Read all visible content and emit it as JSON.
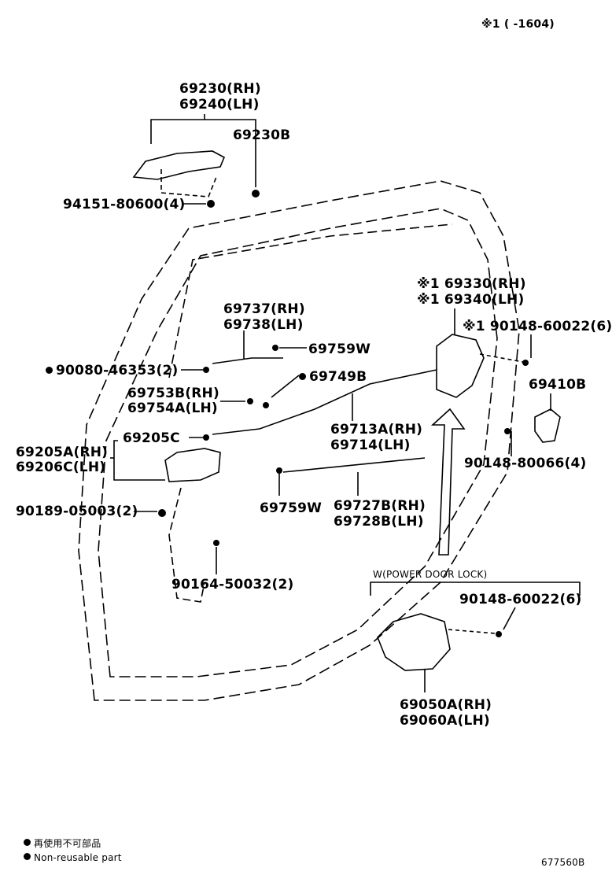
{
  "header": {
    "note": "※1 (      -1604)"
  },
  "parts": {
    "handle_outer_rh": "69230(RH)",
    "handle_outer_lh": "69240(LH)",
    "handle_cover": "69230B",
    "clip_94151": "94151-80600(4)",
    "rod_69737": "69737(RH)",
    "rod_69738": "69738(LH)",
    "clip_69759w_top": "69759W",
    "clip_90080": "90080-46353(2)",
    "clip_69749b": "69749B",
    "bracket_rh": "69753B(RH)",
    "bracket_lh": "69754A(LH)",
    "cable_69713a": "69713A(RH)",
    "cable_69714": "69714(LH)",
    "clip_69205c": "69205C",
    "inner_handle_rh": "69205A(RH)",
    "inner_handle_lh": "69206C(LH)",
    "screw_90189": "90189-05003(2)",
    "clip_69759w_bottom": "69759W",
    "rod_69727b": "69727B(RH)",
    "rod_69728b": "69728B(LH)",
    "screw_90164": "90164-50032(2)",
    "lock_rh": "※1 69330(RH)",
    "lock_lh": "※1 69340(LH)",
    "screw_90148_top": "※1 90148-60022(6)",
    "striker": "69410B",
    "screw_90148_80066": "90148-80066(4)",
    "power_lock_section": "W(POWER DOOR LOCK)",
    "screw_90148_power": "90148-60022(6)",
    "power_lock_rh": "69050A(RH)",
    "power_lock_lh": "69060A(LH)"
  },
  "legend": {
    "jp": "再使用不可部品",
    "en": "Non-reusable part"
  },
  "footer": {
    "code": "677560B"
  }
}
